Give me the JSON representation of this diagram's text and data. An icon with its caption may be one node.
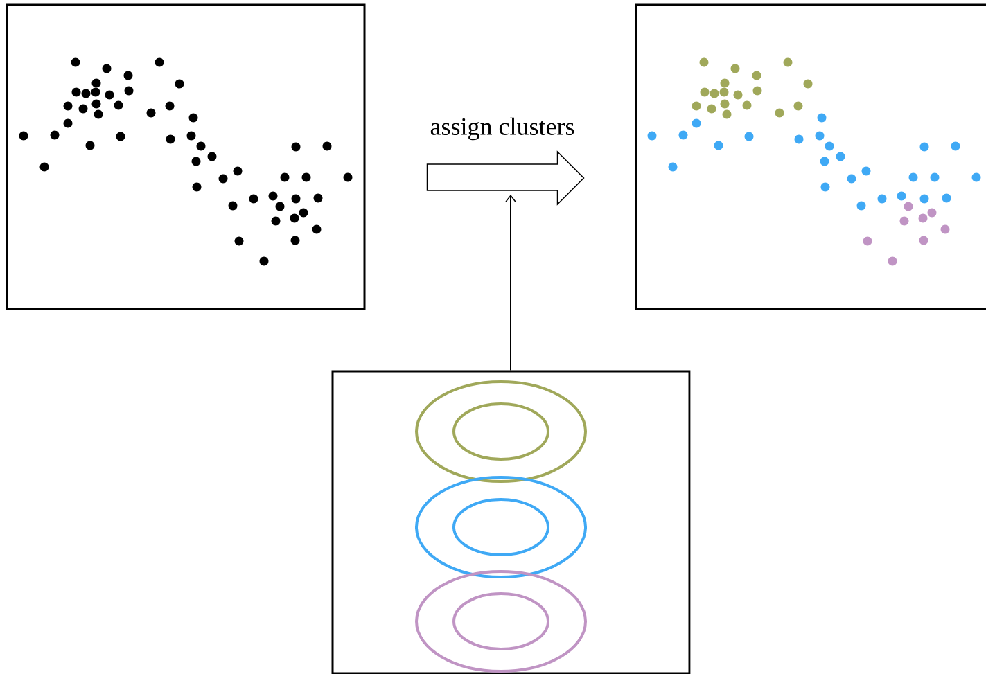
{
  "diagram": {
    "nodes": [
      {
        "text": [],
        "shape": "picture"
      },
      {
        "text": [],
        "shape": "picture"
      },
      {
        "text": [],
        "shape": "picture"
      }
    ],
    "edges": [
      {
        "from": 0,
        "to": 1,
        "arrow": "to",
        "label": "assign clusters"
      },
      {
        "from": 2,
        "to": null,
        "arrow": "to"
      }
    ]
  }
}
